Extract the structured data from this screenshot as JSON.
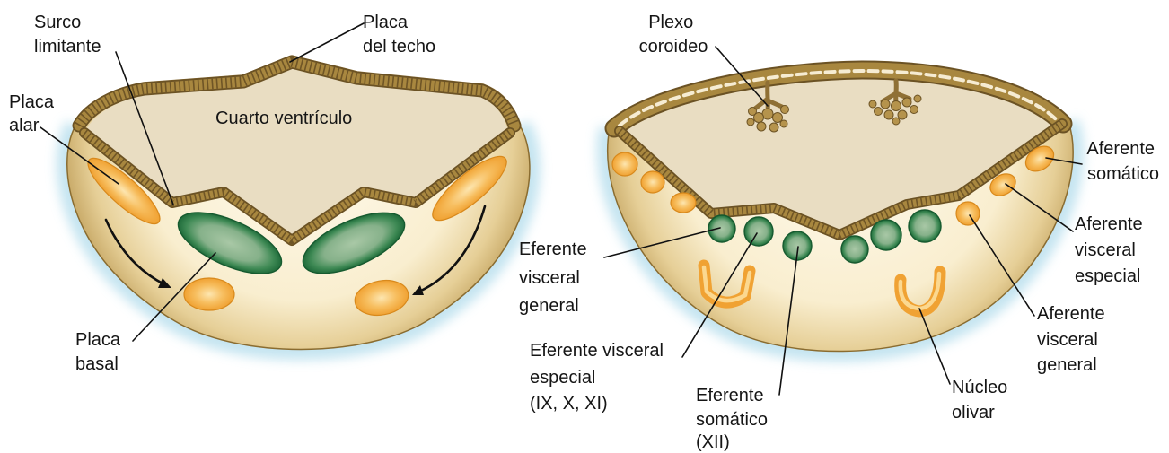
{
  "figure": {
    "left": {
      "surco_limitante": [
        "Surco",
        "limitante"
      ],
      "placa_del_techo": [
        "Placa",
        "del techo"
      ],
      "cuarto_ventriculo": "Cuarto ventrículo",
      "placa_alar": [
        "Placa",
        "alar"
      ],
      "placa_basal": [
        "Placa",
        "basal"
      ]
    },
    "right": {
      "plexo_coroideo": [
        "Plexo",
        "coroideo"
      ],
      "aferente_somatico": [
        "Aferente",
        "somático"
      ],
      "aferente_visceral_especial": [
        "Aferente",
        "visceral",
        "especial"
      ],
      "aferente_visceral_general": [
        "Aferente",
        "visceral",
        "general"
      ],
      "eferente_visceral_general": [
        "Eferente",
        "visceral",
        "general"
      ],
      "eferente_visceral_especial": [
        "Eferente visceral",
        "especial",
        "(IX, X, XI)"
      ],
      "eferente_somatico": [
        "Eferente",
        "somático",
        "(XII)"
      ],
      "nucleo_olivar": [
        "Núcleo",
        "olivar"
      ]
    }
  },
  "colors": {
    "roof_brown": "#a8873f",
    "outline_brown": "#6b5224",
    "ventricle": "#e9ddc2",
    "afferent_orange": "#f0a233",
    "efferent_green": "#1f6b3a",
    "glow_blue": "#bfe2ef"
  }
}
